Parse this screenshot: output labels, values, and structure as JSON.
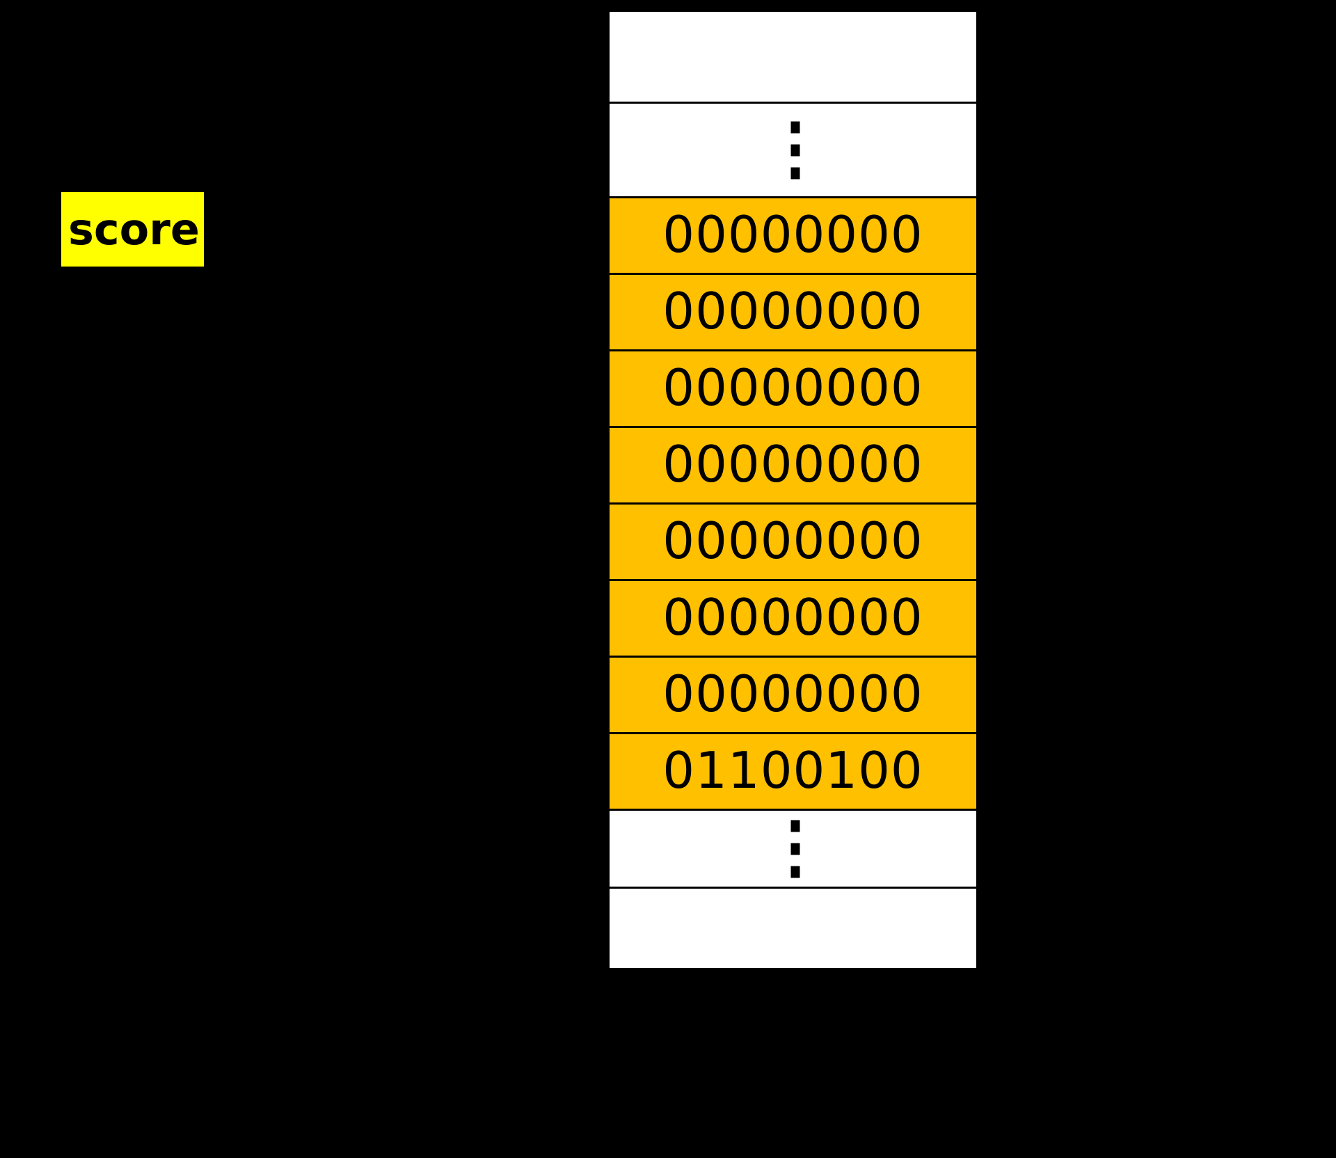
{
  "diagram": {
    "title": "score variable memory layout",
    "background_color": "#000000"
  },
  "label": {
    "text": "score",
    "highlight_color": "#FFFF00",
    "text_color": "#000000"
  },
  "memory": {
    "byte_fill_color": "#FFC000",
    "empty_fill_color": "#FFFFFF",
    "border_color": "#000000",
    "ellipsis_glyph": "⋮",
    "cells": [
      {
        "kind": "empty",
        "value": ""
      },
      {
        "kind": "ellipsis",
        "value": "⋮"
      },
      {
        "kind": "byte",
        "value": "00000000"
      },
      {
        "kind": "byte",
        "value": "00000000"
      },
      {
        "kind": "byte",
        "value": "00000000"
      },
      {
        "kind": "byte",
        "value": "00000000"
      },
      {
        "kind": "byte",
        "value": "00000000"
      },
      {
        "kind": "byte",
        "value": "00000000"
      },
      {
        "kind": "byte",
        "value": "00000000"
      },
      {
        "kind": "byte",
        "value": "01100100"
      },
      {
        "kind": "ellipsis",
        "value": "⋮"
      },
      {
        "kind": "empty",
        "value": ""
      }
    ]
  }
}
